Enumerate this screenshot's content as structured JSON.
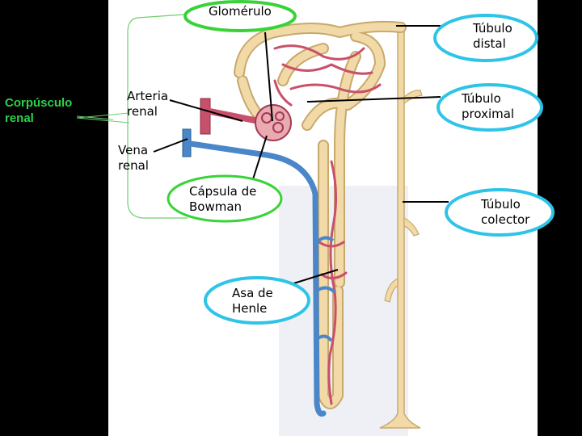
{
  "labels": {
    "corpusculo_renal": "Corpúsculo\nrenal",
    "glomerulo": "Glomérulo",
    "arteria_renal": "Arteria\nrenal",
    "vena_renal": "Vena\nrenal",
    "capsula_bowman": "Cápsula de\nBowman",
    "asa_henle": "Asa de\nHenle",
    "tubulo_distal": "Túbulo\ndistal",
    "tubulo_proximal": "Túbulo\nproximal",
    "tubulo_colector": "Túbulo\ncolector"
  },
  "colors": {
    "background": "#000000",
    "panel": "#ffffff",
    "tubule": "#f2d9a8",
    "artery": "#c8506a",
    "vein": "#4a86c8",
    "green_ring": "#39d339",
    "cyan_ring": "#2ec4e8",
    "side_text": "#2bd24a"
  }
}
